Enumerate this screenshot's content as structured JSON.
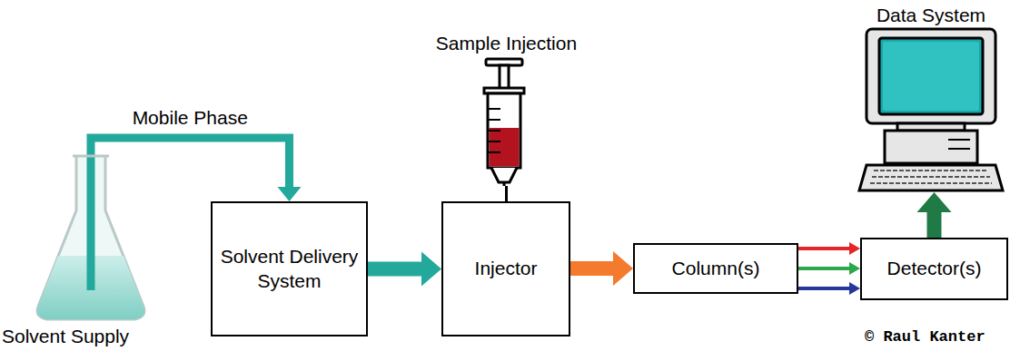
{
  "diagram": {
    "nodes": [
      {
        "text": [
          "Solvent Supply"
        ]
      },
      {
        "text": [
          "Solvent Delivery System"
        ]
      },
      {
        "text": [
          "Sample Injection"
        ]
      },
      {
        "text": [
          "Injector"
        ]
      },
      {
        "text": [
          "Data System"
        ]
      },
      {
        "text": [
          "Column(s)"
        ]
      },
      {
        "text": [
          "Detector(s)"
        ]
      }
    ],
    "edges": [
      {
        "from": 0,
        "to": 1,
        "label": "Mobile Phase",
        "arrow": "to"
      },
      {
        "from": 1,
        "to": 3,
        "arrow": "to"
      },
      {
        "from": 2,
        "to": 3,
        "arrow": "none"
      },
      {
        "from": 3,
        "to": 5,
        "arrow": "to"
      },
      {
        "from": 5,
        "to": 6,
        "arrow": "to"
      },
      {
        "from": 5,
        "to": 6,
        "arrow": "to"
      },
      {
        "from": 5,
        "to": 6,
        "arrow": "to"
      },
      {
        "from": 6,
        "to": 4,
        "arrow": "to"
      }
    ],
    "labels": [
      "© Raul Kanter"
    ]
  }
}
